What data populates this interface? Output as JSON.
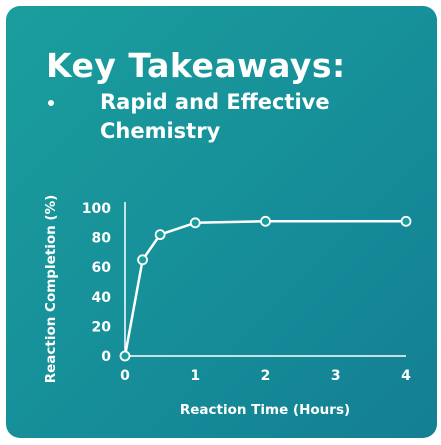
{
  "slide": {
    "title": "Key Takeaways:",
    "bullets": [
      "Rapid and Effective Chemistry"
    ]
  },
  "colors": {
    "background": "#1a9e9c",
    "line": "#ffffff",
    "marker_fill": "#1a9e9c"
  },
  "chart_data": {
    "type": "line",
    "title": "",
    "xlabel": "Reaction Time (Hours)",
    "ylabel": "Reaction Completion (%)",
    "xlim": [
      0,
      4
    ],
    "ylim": [
      0,
      100
    ],
    "xticks": [
      0,
      1,
      2,
      3,
      4
    ],
    "yticks": [
      0,
      20,
      40,
      60,
      80,
      100
    ],
    "grid": false,
    "legend": "none",
    "series": [
      {
        "x": [
          0,
          0.25,
          0.5,
          1,
          2,
          4
        ],
        "y": [
          0,
          65,
          82,
          90,
          91,
          91
        ]
      }
    ]
  }
}
